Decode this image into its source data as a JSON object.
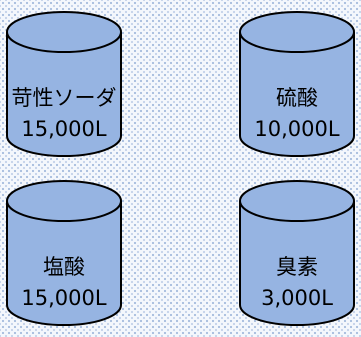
{
  "colors": {
    "tank_fill": "#96b4e2",
    "tank_outline": "#000000"
  },
  "tanks": [
    {
      "name": "苛性ソーダ",
      "capacity": "15,000L"
    },
    {
      "name": "硫酸",
      "capacity": "10,000L"
    },
    {
      "name": "塩酸",
      "capacity": "15,000L"
    },
    {
      "name": "臭素",
      "capacity": "3,000L"
    }
  ]
}
